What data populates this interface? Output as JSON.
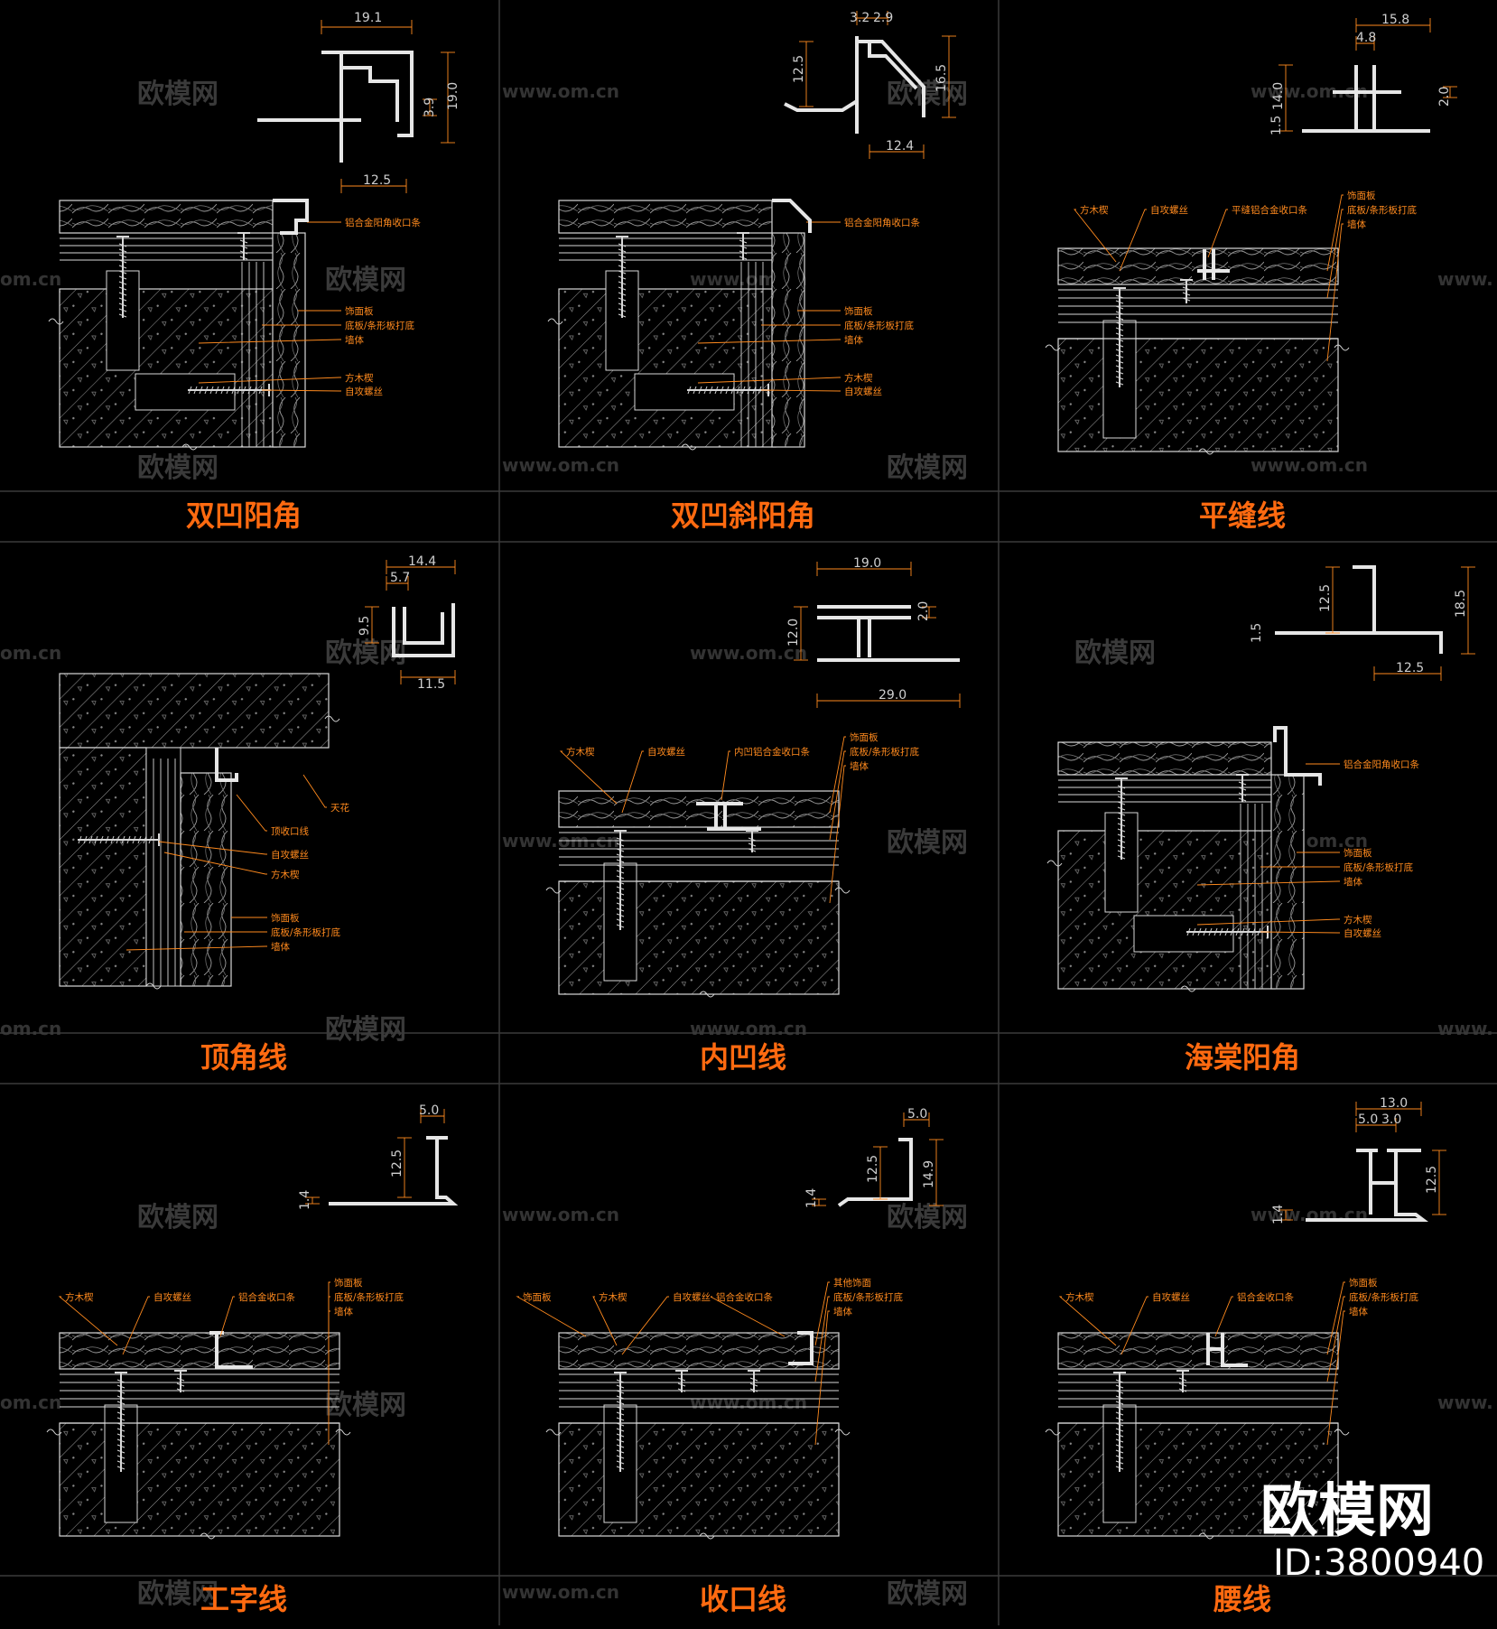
{
  "panels": [
    {
      "title": "双凹阳角",
      "profile_dims": [
        "19.1",
        "19.0",
        "3.9",
        "12.5"
      ],
      "labels": [
        "铝合金阳角收口条",
        "饰面板",
        "底板/条形板打底",
        "墙体",
        "方木楔",
        "自攻螺丝"
      ]
    },
    {
      "title": "双凹斜阳角",
      "profile_dims": [
        "3.2",
        "2.9",
        "12.5",
        "16.5",
        "12.4"
      ],
      "labels": [
        "铝合金阳角收口条",
        "饰面板",
        "底板/条形板打底",
        "墙体",
        "方木楔",
        "自攻螺丝"
      ]
    },
    {
      "title": "平缝线",
      "profile_dims": [
        "15.8",
        "4.8",
        "14.0",
        "2.0",
        "1.5"
      ],
      "labels": [
        "方木楔",
        "自攻螺丝",
        "平缝铝合金收口条",
        "饰面板",
        "底板/条形板打底",
        "墙体"
      ]
    },
    {
      "title": "顶角线",
      "profile_dims": [
        "14.4",
        "5.7",
        "9.5",
        "11.5"
      ],
      "labels": [
        "天花",
        "顶收口线",
        "自攻螺丝",
        "方木楔",
        "饰面板",
        "底板/条形板打底",
        "墙体"
      ]
    },
    {
      "title": "内凹线",
      "profile_dims": [
        "19.0",
        "12.0",
        "2.0",
        "29.0"
      ],
      "labels": [
        "方木楔",
        "自攻螺丝",
        "内凹铝合金收口条",
        "饰面板",
        "底板/条形板打底",
        "墙体"
      ]
    },
    {
      "title": "海棠阳角",
      "profile_dims": [
        "12.5",
        "18.5",
        "1.5",
        "12.5"
      ],
      "labels": [
        "铝合金阳角收口条",
        "饰面板",
        "底板/条形板打底",
        "墙体",
        "方木楔",
        "自攻螺丝"
      ]
    },
    {
      "title": "工字线",
      "profile_dims": [
        "5.0",
        "12.5",
        "1.4"
      ],
      "labels": [
        "方木楔",
        "自攻螺丝",
        "铝合金收口条",
        "饰面板",
        "底板/条形板打底",
        "墙体"
      ]
    },
    {
      "title": "收口线",
      "profile_dims": [
        "5.0",
        "12.5",
        "14.9",
        "1.4"
      ],
      "labels": [
        "饰面板",
        "方木楔",
        "自攻螺丝",
        "铝合金收口条",
        "其他饰面",
        "底板/条形板打底",
        "墙体"
      ]
    },
    {
      "title": "腰线",
      "profile_dims": [
        "13.0",
        "5.0",
        "3.0",
        "12.5",
        "1.4"
      ],
      "labels": [
        "方木楔",
        "自攻螺丝",
        "铝合金收口条",
        "饰面板",
        "底板/条形板打底",
        "墙体"
      ]
    }
  ],
  "watermark": {
    "cn": "欧模网",
    "url": "www.om.cn",
    "url_short": "om.cn",
    "url_www": "www."
  },
  "brand": {
    "name": "欧模网",
    "id": "ID:3800940"
  },
  "colors": {
    "background": "#000000",
    "title": "#ff6a10",
    "label": "#ff8a1e",
    "line": "#d8d8d8",
    "grid": "#3a3a3a"
  }
}
